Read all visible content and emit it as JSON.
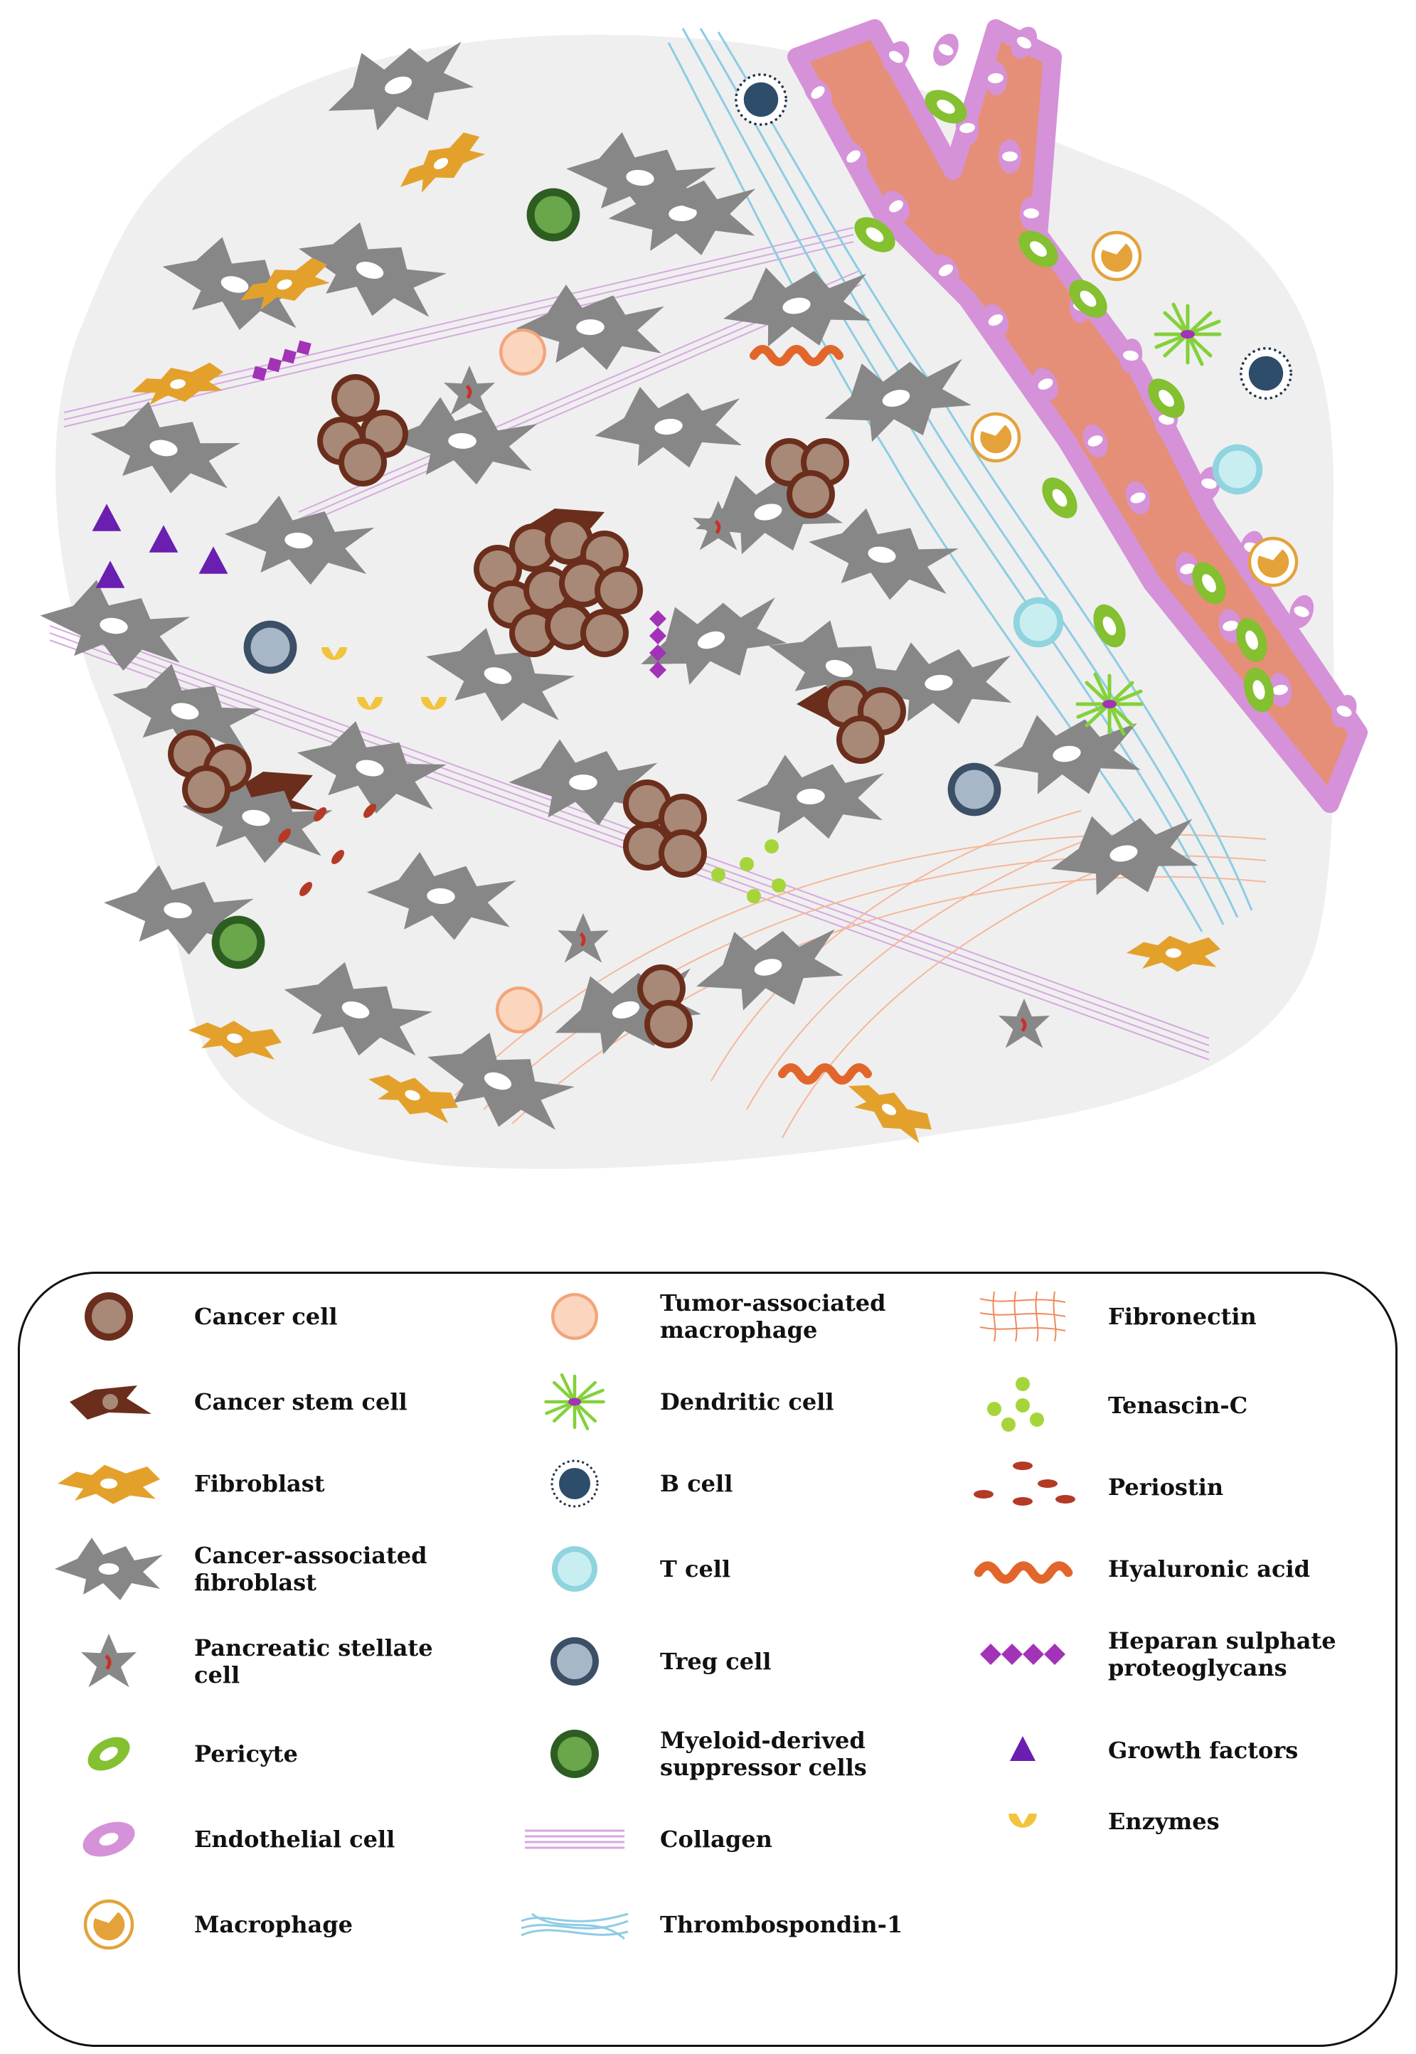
{
  "legend": {
    "col1": [
      {
        "key": "cancer_cell",
        "label": "Cancer cell",
        "icon": "cancer-cell-icon"
      },
      {
        "key": "cancer_stem_cell",
        "label": "Cancer stem cell",
        "icon": "cancer-stem-cell-icon"
      },
      {
        "key": "fibroblast",
        "label": "Fibroblast",
        "icon": "fibroblast-icon"
      },
      {
        "key": "caf",
        "label": "Cancer-associated\nfibroblast",
        "icon": "cancer-associated-fibroblast-icon"
      },
      {
        "key": "psc",
        "label": "Pancreatic stellate cell",
        "icon": "pancreatic-stellate-cell-icon"
      },
      {
        "key": "pericyte",
        "label": "Pericyte",
        "icon": "pericyte-icon"
      },
      {
        "key": "endothelial",
        "label": "Endothelial cell",
        "icon": "endothelial-cell-icon"
      },
      {
        "key": "macrophage",
        "label": "Macrophage",
        "icon": "macrophage-icon"
      }
    ],
    "col2": [
      {
        "key": "tam",
        "label": "Tumor-associated\nmacrophage",
        "icon": "tumor-associated-macrophage-icon"
      },
      {
        "key": "dendritic",
        "label": "Dendritic cell",
        "icon": "dendritic-cell-icon"
      },
      {
        "key": "bcell",
        "label": "B cell",
        "icon": "b-cell-icon"
      },
      {
        "key": "tcell",
        "label": "T cell",
        "icon": "t-cell-icon"
      },
      {
        "key": "treg",
        "label": "Treg cell",
        "icon": "treg-cell-icon"
      },
      {
        "key": "mdsc",
        "label": "Myeloid-derived\nsuppressor cells",
        "icon": "myeloid-derived-suppressor-cell-icon"
      },
      {
        "key": "collagen",
        "label": "Collagen",
        "icon": "collagen-icon"
      },
      {
        "key": "tsp1",
        "label": "Thrombospondin-1",
        "icon": "thrombospondin-icon"
      }
    ],
    "col3": [
      {
        "key": "fibronectin",
        "label": "Fibronectin",
        "icon": "fibronectin-icon"
      },
      {
        "key": "tenascin",
        "label": "Tenascin-C",
        "icon": "tenascin-icon"
      },
      {
        "key": "periostin",
        "label": "Periostin",
        "icon": "periostin-icon"
      },
      {
        "key": "hyaluronic",
        "label": "Hyaluronic acid",
        "icon": "hyaluronic-acid-icon"
      },
      {
        "key": "hspg",
        "label": "Heparan sulphate\nproteoglycans",
        "icon": "heparan-sulphate-icon"
      },
      {
        "key": "growth",
        "label": "Growth factors",
        "icon": "growth-factor-icon"
      },
      {
        "key": "enzymes",
        "label": "Enzymes",
        "icon": "enzyme-icon"
      }
    ]
  },
  "colors": {
    "background_tissue": "#efefef",
    "cancer_cell": "#a88876",
    "cancer_cell_border": "#6b2e1c",
    "fibroblast": "#e3a12c",
    "caf": "#878787",
    "vessel": "#e68f78",
    "endothelial": "#d592d8",
    "pericyte": "#84c02f",
    "macrophage": "#e4a23a",
    "tam": "#f2a57a",
    "dendritic": "#84d13a",
    "bcell": "#2d4d6a",
    "tcell": "#8fd4de",
    "treg": "#6a7f95",
    "mdsc": "#3f7f2c",
    "collagen": "#d8a7e2",
    "thrombospondin": "#8ecce4",
    "fibronectin": "#f5b79a",
    "tenascin": "#a6d53a",
    "periostin": "#b43a26",
    "hyaluronic": "#e2662b",
    "hspg": "#a233b6",
    "growth_factor": "#6a1fb0",
    "enzyme": "#f2c43d"
  }
}
